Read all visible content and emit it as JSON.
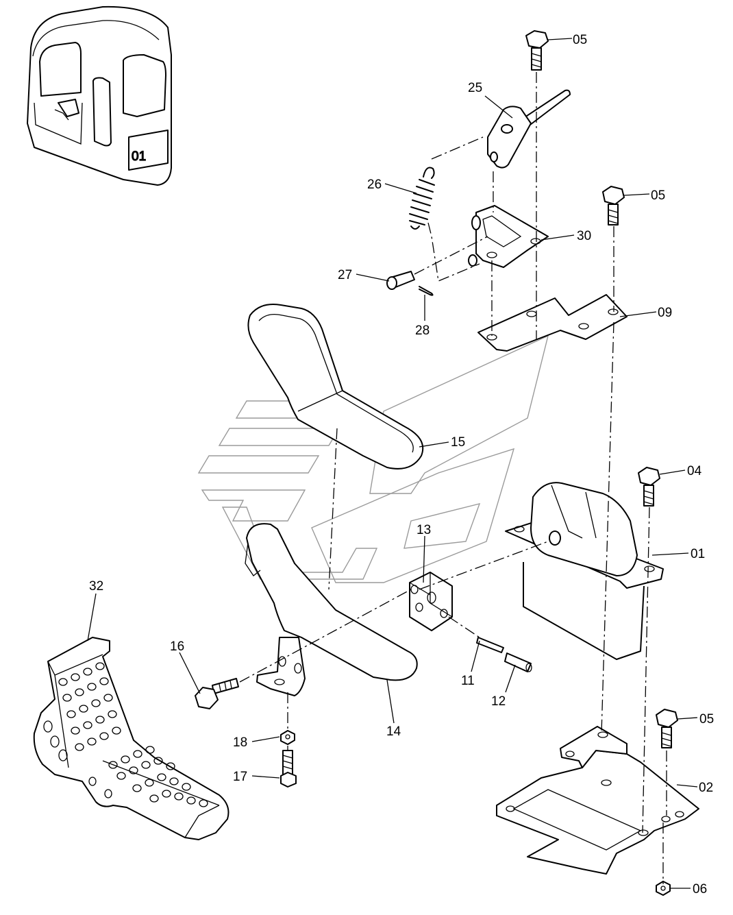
{
  "cab_marker": "01",
  "callouts": [
    {
      "id": "05a",
      "text": "05"
    },
    {
      "id": "25",
      "text": "25"
    },
    {
      "id": "26",
      "text": "26"
    },
    {
      "id": "05b",
      "text": "05"
    },
    {
      "id": "30",
      "text": "30"
    },
    {
      "id": "27",
      "text": "27"
    },
    {
      "id": "28",
      "text": "28"
    },
    {
      "id": "09",
      "text": "09"
    },
    {
      "id": "15",
      "text": "15"
    },
    {
      "id": "04",
      "text": "04"
    },
    {
      "id": "13",
      "text": "13"
    },
    {
      "id": "01",
      "text": "01"
    },
    {
      "id": "32",
      "text": "32"
    },
    {
      "id": "16",
      "text": "16"
    },
    {
      "id": "11",
      "text": "11"
    },
    {
      "id": "12",
      "text": "12"
    },
    {
      "id": "14",
      "text": "14"
    },
    {
      "id": "05c",
      "text": "05"
    },
    {
      "id": "18",
      "text": "18"
    },
    {
      "id": "02",
      "text": "02"
    },
    {
      "id": "17",
      "text": "17"
    },
    {
      "id": "06",
      "text": "06"
    }
  ]
}
